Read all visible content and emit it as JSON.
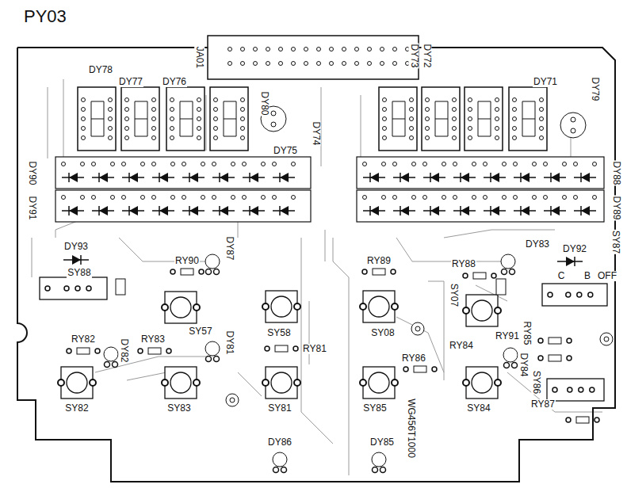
{
  "diagram": {
    "title": "PY03",
    "labels": [
      "JA01",
      "DY78",
      "DY77",
      "DY76",
      "DY80",
      "DY75",
      "DY74",
      "DY73",
      "DY72",
      "DY71",
      "DY79",
      "DY90",
      "DY91",
      "DY88",
      "DY89",
      "DY93",
      "SY88",
      "DY87",
      "RY90",
      "RY89",
      "RY88",
      "DY83",
      "DY92",
      "SY87",
      "C",
      "B",
      "OFF",
      "DY82",
      "RY82",
      "RY83",
      "SY57",
      "DY81",
      "SY58",
      "RY81",
      "SY08",
      "SY07",
      "RY91",
      "RY85",
      "RY84",
      "DY84",
      "RY86",
      "SY86",
      "SY85",
      "SY84",
      "SY82",
      "SY83",
      "SY81",
      "RY87",
      "WG456T1000",
      "DY86",
      "DY85"
    ]
  }
}
